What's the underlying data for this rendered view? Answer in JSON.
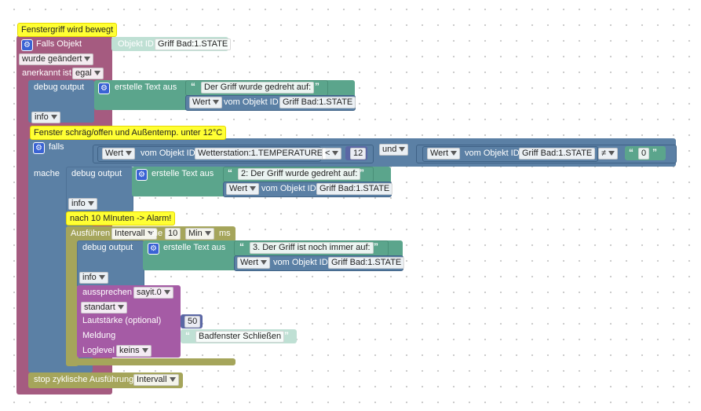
{
  "colors": {
    "event": "#a55b80",
    "control": "#5b80a5",
    "text": "#5ba58c",
    "timer": "#a5a55b",
    "sound": "#a55ba5",
    "comment": "#ffff33"
  },
  "event_block": {
    "comment": "Fenstergriff wird bewegt",
    "trigger_label": "Falls Objekt",
    "object_id_label": "Objekt ID",
    "object_id_value": "Griff Bad:1.STATE",
    "change_value": "wurde geändert",
    "ack_label": "anerkannt ist",
    "ack_value": "egal"
  },
  "debug1": {
    "label": "debug output",
    "text_label": "erstelle Text aus",
    "string": "Der Griff wurde gedreht auf:",
    "value_dd": "Wert",
    "from_label": "vom Objekt ID",
    "object": "Griff Bad:1.STATE",
    "level": "info"
  },
  "if_block": {
    "comment": "Fenster schräg/offen und Außentemp. unter 12°C",
    "if_label": "falls",
    "do_label": "mache",
    "cond1_value_dd": "Wert",
    "cond1_from": "vom Objekt ID",
    "cond1_object": "Wetterstation:1.TEMPERATURE",
    "cond1_op": "<",
    "cond1_number": "12",
    "logic_op": "und",
    "cond2_value_dd": "Wert",
    "cond2_from": "vom Objekt ID",
    "cond2_object": "Griff Bad:1.STATE",
    "cond2_op": "≠",
    "cond2_string": "0"
  },
  "debug2": {
    "label": "debug output",
    "text_label": "erstelle Text aus",
    "string": "2: Der Griff wurde gedreht auf:",
    "value_dd": "Wert",
    "from_label": "vom Objekt ID",
    "object": "Griff Bad:1.STATE",
    "level": "info"
  },
  "timer": {
    "comment": "nach 10 MInuten -> Alarm!",
    "exec_label": "Ausführen",
    "mode": "Intervall",
    "all_label": "alle",
    "amount": "10",
    "unit": "Min",
    "ms_label": "ms"
  },
  "debug3": {
    "label": "debug output",
    "text_label": "erstelle Text aus",
    "string": "3. Der Griff ist noch immer auf:",
    "value_dd": "Wert",
    "from_label": "vom Objekt ID",
    "object": "Griff Bad:1.STATE",
    "level": "info"
  },
  "speak": {
    "label": "aussprechen",
    "device": "sayit.0",
    "language": "standart",
    "volume_label": "Lautstärke (optional)",
    "volume": "50",
    "message_label": "Meldung",
    "message": "Badfenster Schließen",
    "loglevel_label": "Loglevel",
    "loglevel": "keins"
  },
  "stop_block": {
    "label": "stop zyklische Ausführung",
    "mode": "Intervall"
  }
}
